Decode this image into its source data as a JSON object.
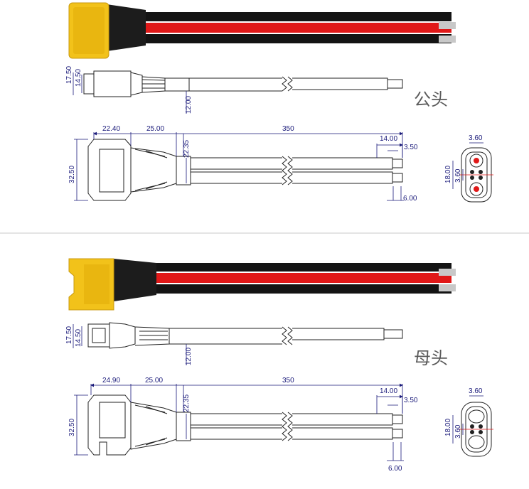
{
  "male": {
    "title": "公头",
    "side_dims": {
      "h_outer": "17.50",
      "h_inner": "14.50",
      "h_boot": "12.00"
    },
    "top_dims": {
      "connector_len": "22.40",
      "boot_len": "25.00",
      "cable_len": "350",
      "boot_h": "22.35",
      "width": "32.50",
      "strip_len": "14.00",
      "tin_len": "3.50",
      "wire_dia": "6.00"
    },
    "face_dims": {
      "pin_spacing": "3.60",
      "height": "18.00",
      "inner": "3.60"
    }
  },
  "female": {
    "title": "母头",
    "side_dims": {
      "h_outer": "17.50",
      "h_inner": "14.50",
      "h_boot": "12.00"
    },
    "top_dims": {
      "connector_len": "24.90",
      "boot_len": "25.00",
      "cable_len": "350",
      "boot_h": "22.35",
      "width": "32.50",
      "strip_len": "14.00",
      "tin_len": "3.50",
      "wire_dia": "6.00"
    },
    "face_dims": {
      "pin_spacing": "3.60",
      "height": "18.00",
      "inner": "3.60"
    }
  },
  "colors": {
    "connector_yellow": "#f2c21a",
    "cable_red": "#e01818",
    "cable_black": "#141414",
    "dimension_blue": "#1a1a7a"
  }
}
